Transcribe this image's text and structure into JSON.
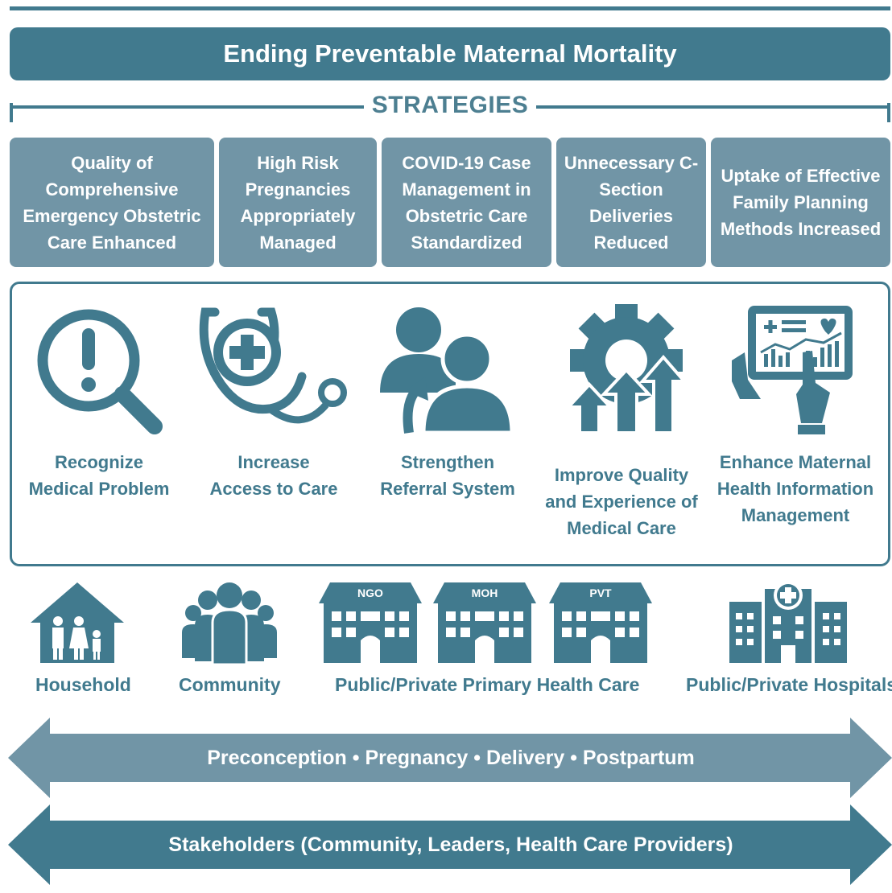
{
  "title": "Ending Preventable Maternal Mortality",
  "strategies_label": "STRATEGIES",
  "strategies": [
    "Quality of Comprehensive Emergency Obstetric Care Enhanced",
    "High Risk Pregnancies Appropriately Managed",
    "COVID-19 Case Management in Obstetric Care Standardized",
    "Unnecessary C-Section Deliveries Reduced",
    "Uptake of Effective Family Planning Methods Increased"
  ],
  "actions": [
    {
      "label": "Recognize Medical Problem",
      "icon": "magnifier-exclamation-icon"
    },
    {
      "label": "Increase Access to Care",
      "icon": "stethoscope-icon"
    },
    {
      "label": "Strengthen Referral System",
      "icon": "people-referral-icon"
    },
    {
      "label": "Improve Quality and Experience of Medical Care",
      "icon": "gear-arrows-icon"
    },
    {
      "label": "Enhance Maternal Health Information Management",
      "icon": "tablet-data-icon"
    }
  ],
  "levels": {
    "household": "Household",
    "community": "Community",
    "primary_care": "Public/Private Primary Health Care",
    "hospitals": "Public/Private Hospitals",
    "building_tags": [
      "NGO",
      "MOH",
      "PVT"
    ]
  },
  "continuum": "Preconception • Pregnancy • Delivery • Postpartum",
  "stakeholders": "Stakeholders (Community, Leaders, Health Care Providers)",
  "colors": {
    "dark": "#417a8e",
    "light": "#7195a6",
    "white": "#ffffff"
  }
}
